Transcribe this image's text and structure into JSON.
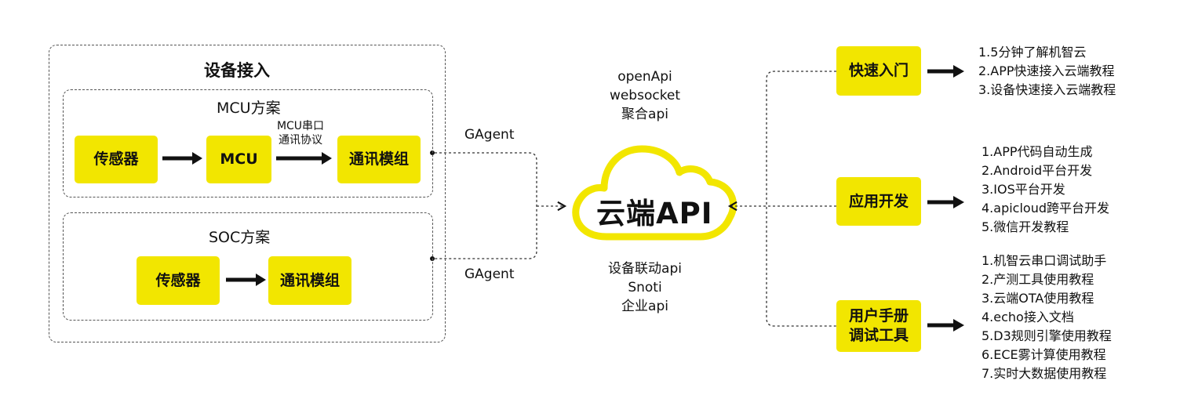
{
  "device_access": {
    "title": "设备接入",
    "mcu_scheme": {
      "title": "MCU方案",
      "sensor": "传感器",
      "mcu": "MCU",
      "protocol_line1": "MCU串口",
      "protocol_line2": "通讯协议",
      "module": "通讯模组"
    },
    "soc_scheme": {
      "title": "SOC方案",
      "sensor": "传感器",
      "module": "通讯模组"
    },
    "gagent_top": "GAgent",
    "gagent_bottom": "GAgent"
  },
  "cloud": {
    "label": "云端API",
    "apis_top": [
      "openApi",
      "websocket",
      "聚合api"
    ],
    "apis_bottom": [
      "设备联动api",
      "Snoti",
      "企业api"
    ]
  },
  "right": {
    "quick_start": {
      "label": "快速入门",
      "items": [
        "1.5分钟了解机智云",
        "2.APP快速接入云端教程",
        "3.设备快速接入云端教程"
      ]
    },
    "app_dev": {
      "label": "应用开发",
      "items": [
        "1.APP代码自动生成",
        "2.Android平台开发",
        "3.IOS平台开发",
        "4.apicloud跨平台开发",
        "5.微信开发教程"
      ]
    },
    "user_manual": {
      "label_line1": "用户手册",
      "label_line2": "调试工具",
      "items": [
        "1.机智云串口调试助手",
        "2.产测工具使用教程",
        "3.云端OTA使用教程",
        "4.echo接入文档",
        "5.D3规则引擎使用教程",
        "6.ECE雾计算使用教程",
        "7.实时大数据使用教程"
      ]
    }
  },
  "colors": {
    "accent": "#f2e600",
    "line": "#111111"
  }
}
